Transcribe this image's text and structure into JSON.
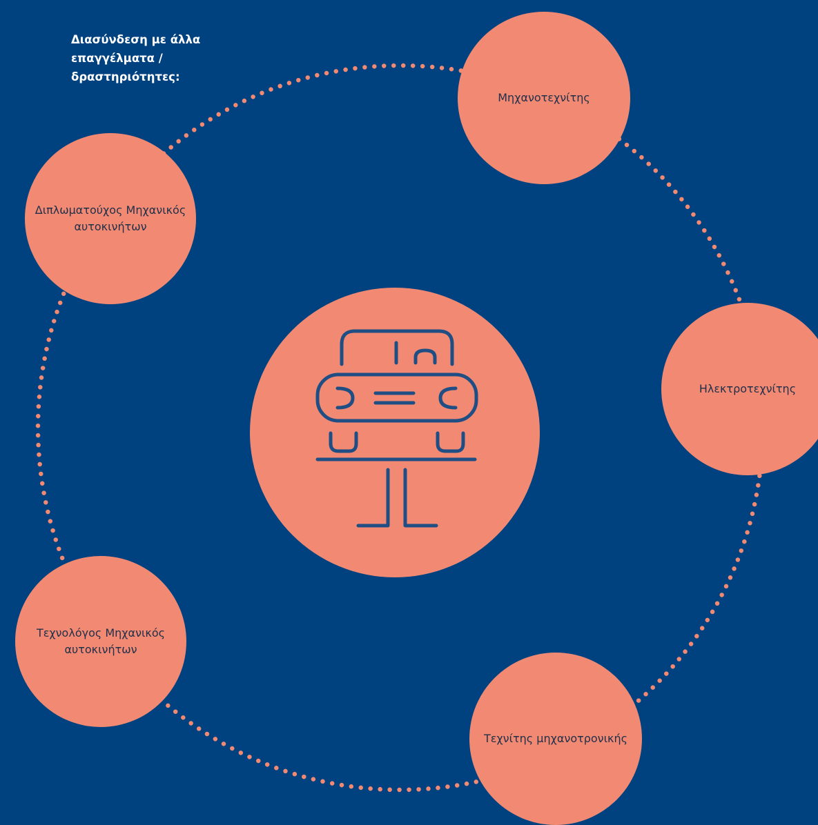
{
  "heading": "Διασύνδεση με άλλα επαγγέλματα / δραστηριότητες:",
  "colors": {
    "background": "#00427f",
    "circle_fill": "#f28a73",
    "dots": "#f28a73",
    "icon_stroke": "#1f4e85",
    "text": "#1f2f4a",
    "heading_text": "#ffffff"
  },
  "center_icon": "car-on-lift-icon",
  "nodes": {
    "mechanic": "Μηχανοτεχνίτης",
    "graduate_engineer": "Διπλωματούχος Μηχανικός αυτοκινήτων",
    "electrician": "Ηλεκτροτεχνίτης",
    "technologist_engineer": "Τεχνολόγος Μηχανικός αυτοκινήτων",
    "mechatronics_technician": "Τεχνίτης μηχανοτρονικής"
  }
}
